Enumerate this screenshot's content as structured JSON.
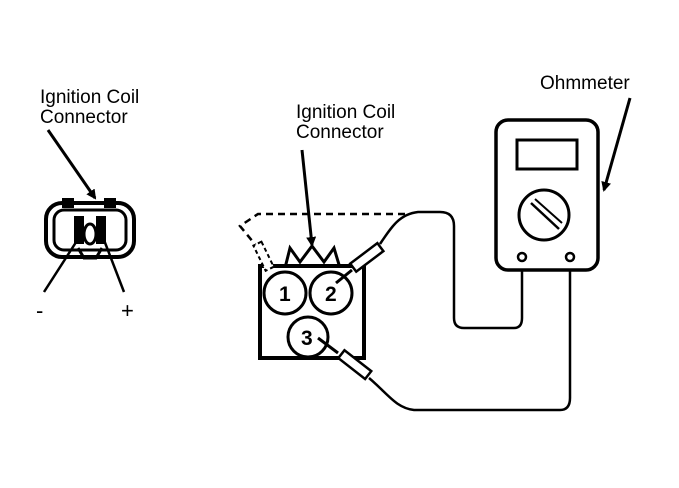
{
  "labels": {
    "left_connector_line1": "Ignition Coil",
    "left_connector_line2": "Connector",
    "center_connector_line1": "Ignition Coil",
    "center_connector_line2": "Connector",
    "ohmmeter": "Ohmmeter"
  },
  "terminals": {
    "negative": "-",
    "positive": "+",
    "pin1": "1",
    "pin2": "2",
    "pin3": "3"
  }
}
